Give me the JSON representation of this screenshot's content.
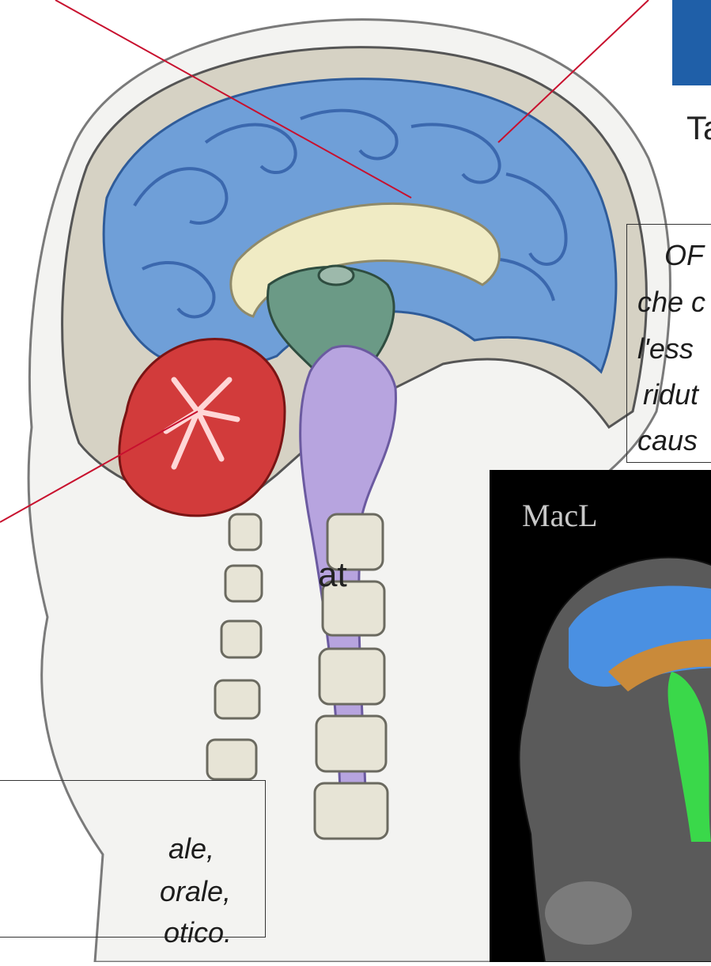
{
  "labels": {
    "top_right": "Ta",
    "middle_left": "at"
  },
  "right_box": {
    "lines": [
      "OF",
      "che c",
      "l'ess",
      "ridut",
      "caus"
    ]
  },
  "left_box": {
    "lines": [
      "ale,",
      "orale,",
      "otico."
    ]
  },
  "mri_panel": {
    "label": "MacL"
  },
  "colors": {
    "cerebrum": "#6f9fd8",
    "corpus_callosum": "#f0ebc4",
    "cerebellum": "#d23b3b",
    "brainstem": "#b7a4df",
    "thalamus": "#6b9a86",
    "pointer_lines": "#c8102e"
  }
}
